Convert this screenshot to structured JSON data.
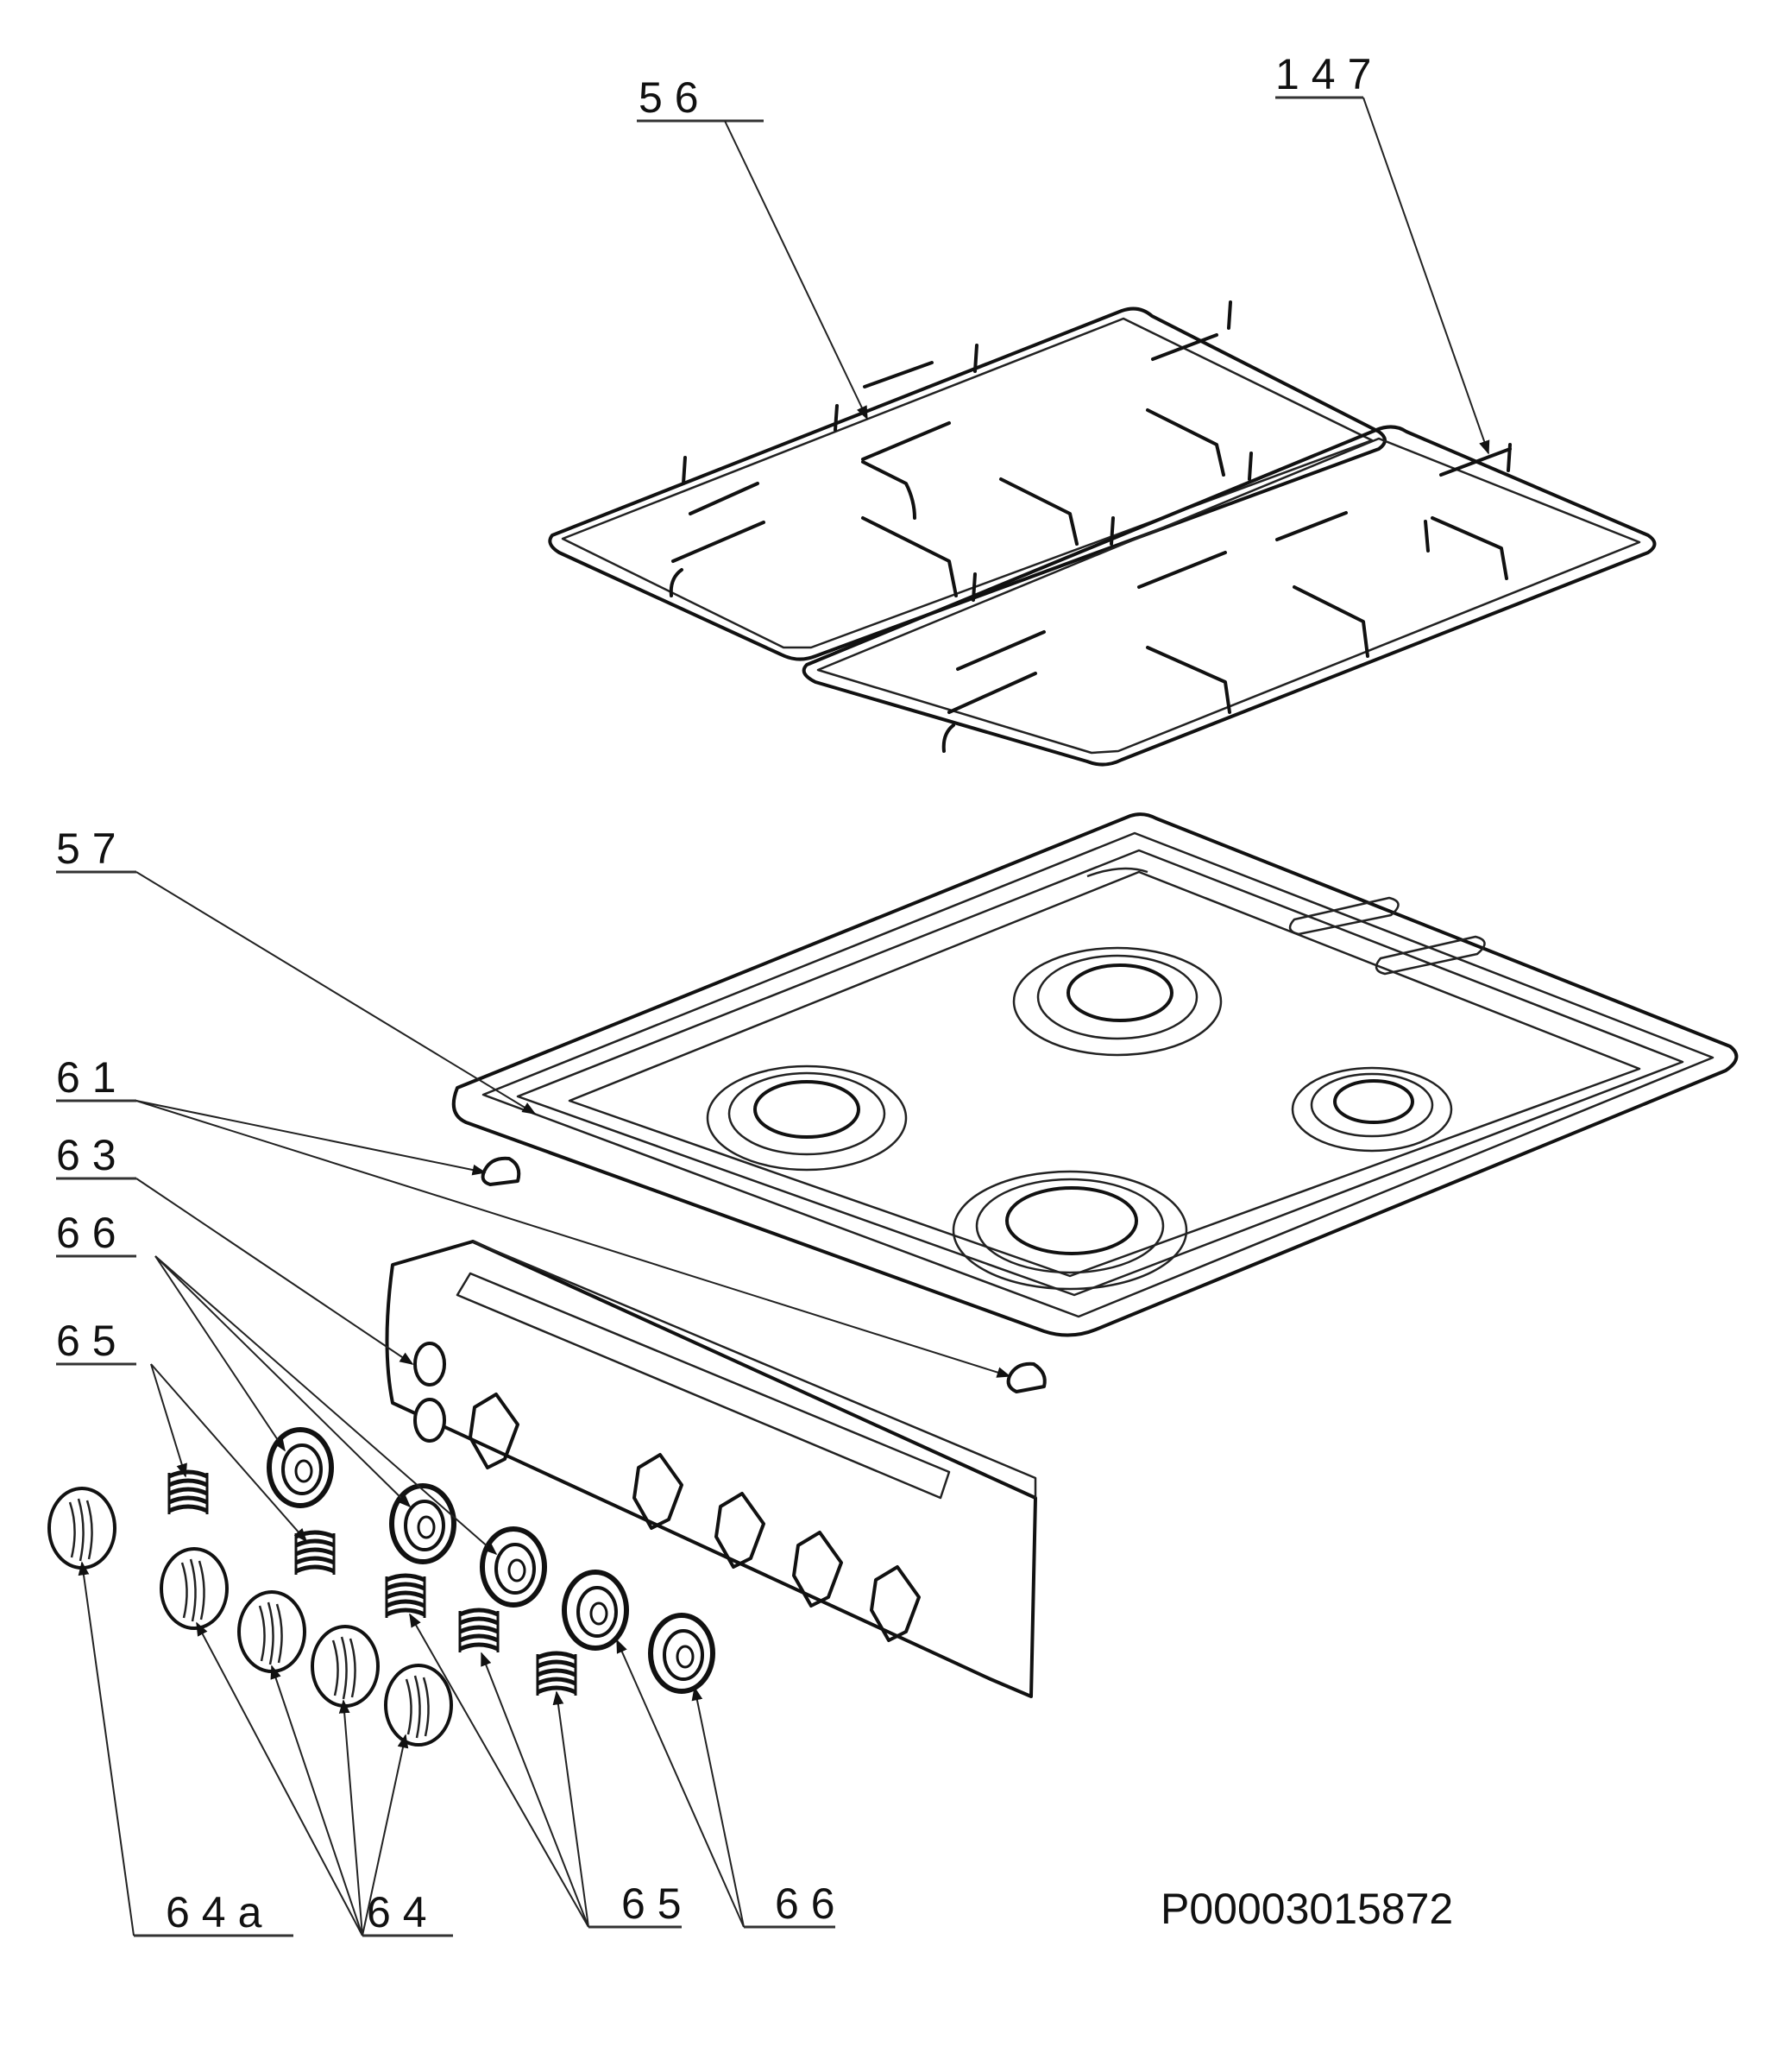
{
  "labels": {
    "l56": "56",
    "l147": "147",
    "l57": "57",
    "l61": "61",
    "l63": "63",
    "l66_top": "66",
    "l65_top": "65",
    "l64a": "64a",
    "l64": "64",
    "l65_bottom": "65",
    "l66_bottom": "66"
  },
  "part_number": "P00003015872"
}
